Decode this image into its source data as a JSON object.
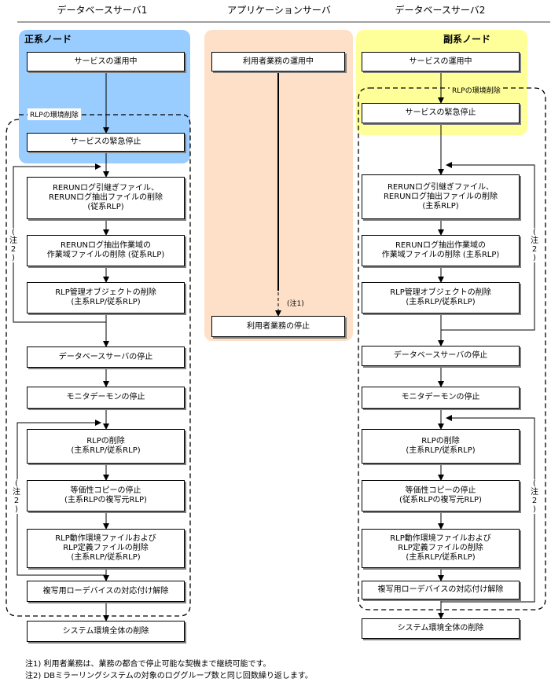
{
  "columns": {
    "db1": "データベースサーバ1",
    "app": "アプリケーションサーバ",
    "db2": "データベースサーバ2"
  },
  "nodes": {
    "primary": "正系ノード",
    "secondary": "副系ノード"
  },
  "tags": {
    "rlp_env": "RLPの環境削除",
    "note1_ref": "(注1)",
    "note2_ref": "(注2)"
  },
  "left": {
    "service_running": "サービスの運用中",
    "service_emergency_stop": "サービスの緊急停止",
    "rerun_log_delete": "RERUNログ引継ぎファイル、\nRERUNログ抽出ファイルの削除\n(従系RLP)",
    "rerun_work_delete": "RERUNログ抽出作業域の\n作業域ファイルの削除 (従系RLP)",
    "rlp_mgmt_delete": "RLP管理オブジェクトの削除\n(主系RLP/従系RLP)",
    "db_server_stop": "データベースサーバの停止",
    "monitor_stop": "モニタデーモンの停止",
    "rlp_delete": "RLPの削除\n(主系RLP/従系RLP)",
    "equiv_copy_stop": "等価性コピーの停止\n(主系RLPの複写元RLP)",
    "rlp_env_file_delete": "RLP動作環境ファイルおよび\nRLP定義ファイルの削除\n(主系RLP/従系RLP)",
    "raw_device_release": "複写用ローデバイスの対応付け解除",
    "system_env_delete": "システム環境全体の削除"
  },
  "app": {
    "user_ops_running": "利用者業務の運用中",
    "user_ops_stop": "利用者業務の停止"
  },
  "right": {
    "service_running": "サービスの運用中",
    "service_emergency_stop": "サービスの緊急停止",
    "rerun_log_delete": "RERUNログ引継ぎファイル、\nRERUNログ抽出ファイルの削除\n(主系RLP)",
    "rerun_work_delete": "RERUNログ抽出作業域の\n作業域ファイルの削除 (主系RLP)",
    "rlp_mgmt_delete": "RLP管理オブジェクトの削除\n(主系RLP/従系RLP)",
    "db_server_stop": "データベースサーバの停止",
    "monitor_stop": "モニタデーモンの停止",
    "rlp_delete": "RLPの削除\n(主系RLP/従系RLP)",
    "equiv_copy_stop": "等価性コピーの停止\n(従系RLPの複写元RLP)",
    "rlp_env_file_delete": "RLP動作環境ファイルおよび\nRLP定義ファイルの削除\n(主系RLP/従系RLP)",
    "raw_device_release": "複写用ローデバイスの対応付け解除",
    "system_env_delete": "システム環境全体の削除"
  },
  "footnotes": {
    "note1": "注1) 利用者業務は、業務の都合で停止可能な契機まで継続可能です。",
    "note2": "注2) DBミラーリングシステムの対象のロググループ数と同じ回数繰り返します。"
  },
  "colors": {
    "primary_node": "#99ccff",
    "app_server": "#fde0c7",
    "secondary_node": "#ffff99"
  }
}
